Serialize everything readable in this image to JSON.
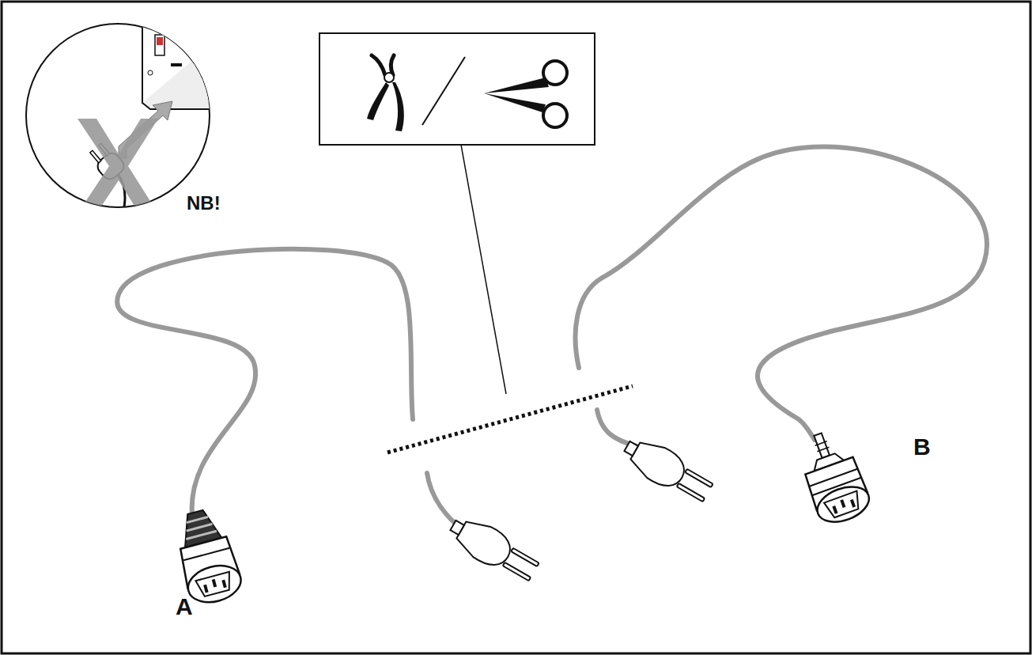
{
  "diagram": {
    "labels": [
      "NB!",
      "A",
      "B"
    ]
  }
}
